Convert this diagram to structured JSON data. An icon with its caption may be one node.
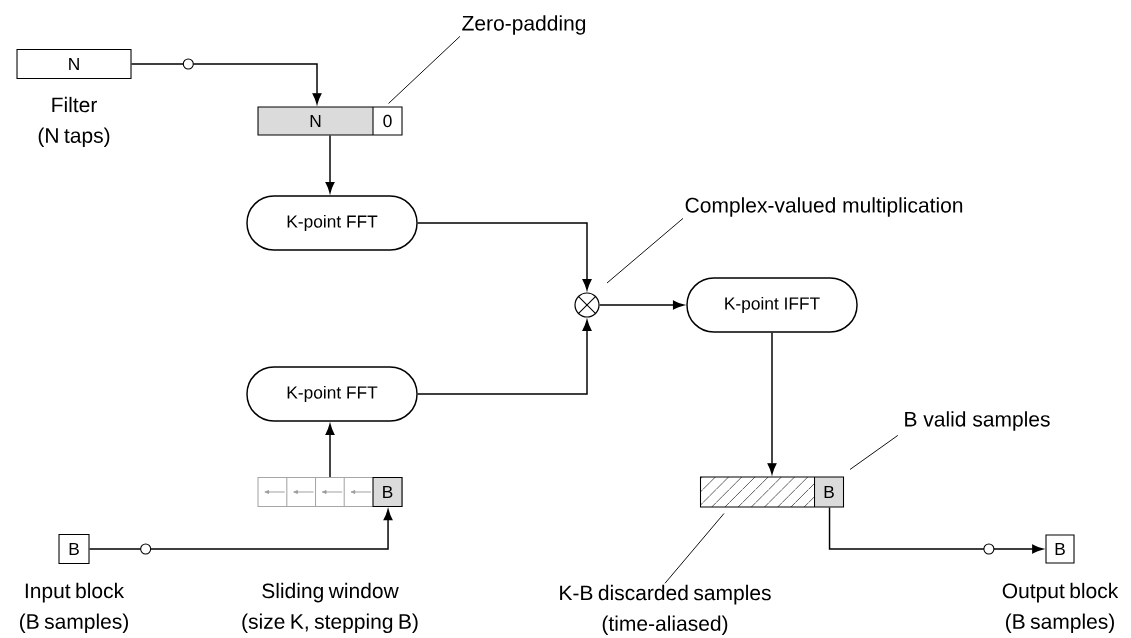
{
  "diagram": {
    "nodes": [
      {
        "text": [
          "N"
        ],
        "beside": [
          "Filter (N taps)"
        ]
      },
      {
        "text": [
          "N",
          "0"
        ]
      },
      {
        "text": [
          "Zero-padding"
        ]
      },
      {
        "text": [
          "K-point FFT"
        ]
      },
      {
        "text": [],
        "shape": "circle"
      },
      {
        "text": [
          "Complex-valued multiplication"
        ]
      },
      {
        "text": [
          "K-point IFFT"
        ]
      },
      {
        "text": [
          "K-point FFT"
        ]
      },
      {
        "text": [
          "B"
        ],
        "beside": [
          "Sliding window (size K, stepping B)"
        ]
      },
      {
        "text": [
          "B"
        ],
        "beside": [
          "Input block (B samples)"
        ]
      },
      {
        "text": [
          "B"
        ]
      },
      {
        "text": [
          "B valid samples"
        ]
      },
      {
        "text": [
          "K-B discarded samples (time-aliased)"
        ]
      },
      {
        "text": [
          "B"
        ],
        "beside": [
          "Output block (B samples)"
        ]
      }
    ],
    "edges": [
      {
        "from": 0,
        "to": 1,
        "arrow": "to"
      },
      {
        "from": 1,
        "to": 3,
        "arrow": "to"
      },
      {
        "from": 2,
        "to": 1,
        "arrow": "none"
      },
      {
        "from": 3,
        "to": 4,
        "arrow": "to"
      },
      {
        "from": 7,
        "to": 4,
        "arrow": "to"
      },
      {
        "from": 4,
        "to": 6,
        "arrow": "to"
      },
      {
        "from": 5,
        "to": 4,
        "arrow": "none"
      },
      {
        "from": 6,
        "to": 10,
        "arrow": "to"
      },
      {
        "from": 9,
        "to": 8,
        "arrow": "to"
      },
      {
        "from": 8,
        "to": 7,
        "arrow": "to"
      },
      {
        "from": 10,
        "to": 13,
        "arrow": "to"
      },
      {
        "from": 11,
        "to": 10,
        "arrow": "none"
      },
      {
        "from": 12,
        "to": 10,
        "arrow": "none"
      }
    ]
  }
}
